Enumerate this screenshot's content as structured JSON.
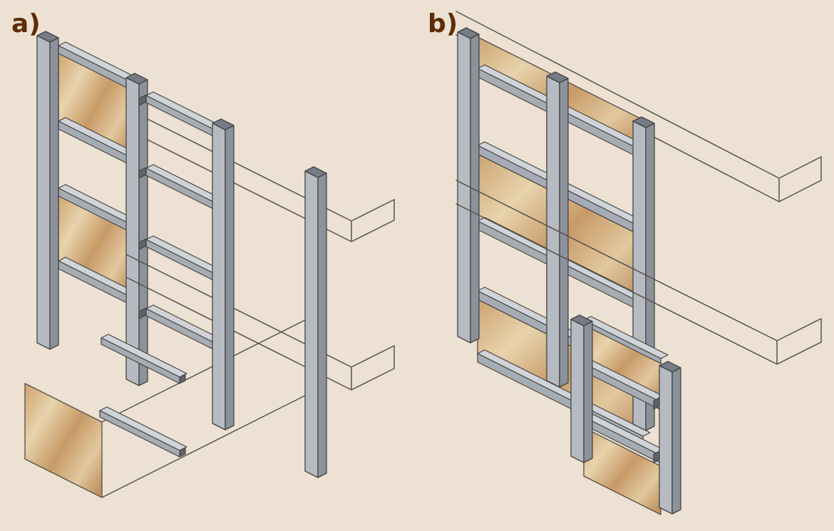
{
  "figure": {
    "title": "Isometric assembly diagram of stud-and-panel partition walls, variants a and b",
    "background": "#ece1d2",
    "labels": [
      {
        "id": "a",
        "text": "a)"
      },
      {
        "id": "b",
        "text": "b)"
      }
    ],
    "palette": {
      "post_front": "#b6bbc2",
      "post_side": "#8c929b",
      "post_cap": "#757c86",
      "rail_top": "#d0d4d9",
      "rail_front": "#a7acb4",
      "rail_end": "#5c636c",
      "wood_1": "#cda36f",
      "wood_2": "#e8d3ad",
      "wood_3": "#c79a66",
      "wood_4": "#e2c89f",
      "wood_5": "#bf9260",
      "outline": "#454440",
      "guide_line": "#57534d",
      "label_color": "#5e2d06"
    }
  }
}
